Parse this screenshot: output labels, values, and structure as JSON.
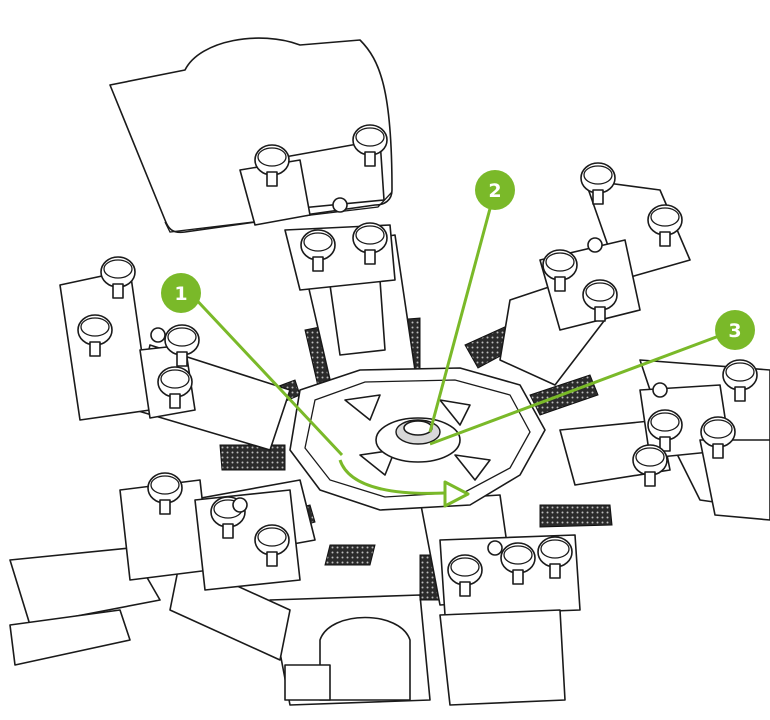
{
  "callouts": [
    {
      "id": "1",
      "label": "1"
    },
    {
      "id": "2",
      "label": "2"
    },
    {
      "id": "3",
      "label": "3"
    }
  ],
  "colors": {
    "accent": "#7ab929",
    "line": "#1a1a1a",
    "background": "#ffffff"
  }
}
